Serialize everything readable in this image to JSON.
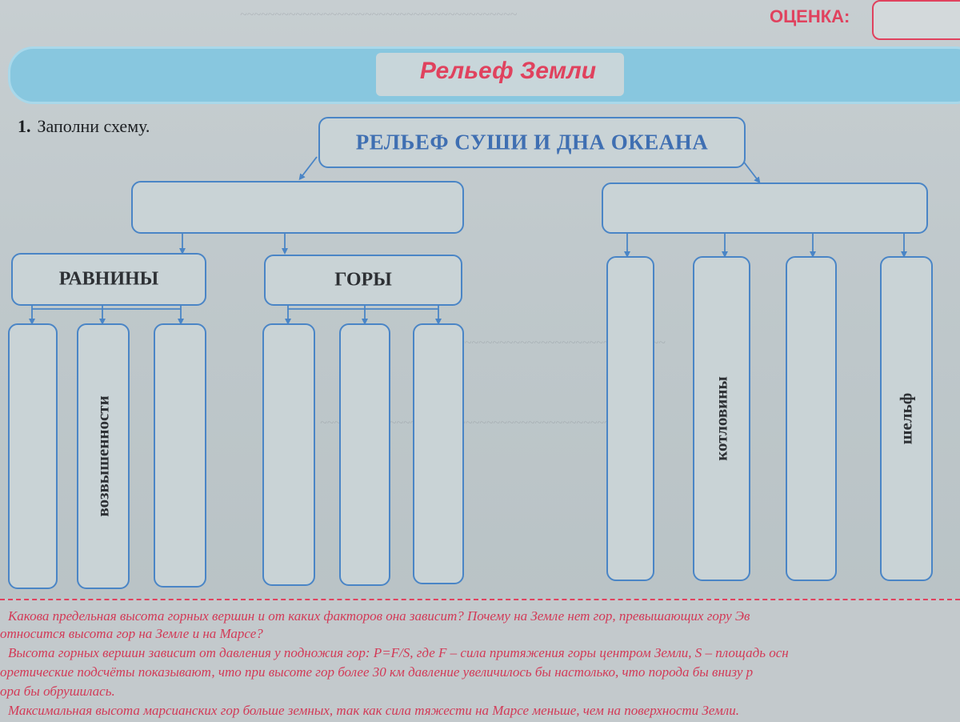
{
  "header": {
    "grade_label": "ОЦЕНКА:",
    "title": "Рельеф Земли"
  },
  "task": {
    "number": "1.",
    "text": "Заполни схему."
  },
  "diagram": {
    "root": "РЕЛЬЕФ СУШИ И ДНА ОКЕАНА",
    "left_group": "",
    "right_group": "",
    "plains": "РАВНИНЫ",
    "mountains": "ГОРЫ",
    "plains_items": [
      "",
      "возвышенности",
      ""
    ],
    "mountains_items": [
      "",
      "",
      ""
    ],
    "ocean_items": [
      "",
      "котловины",
      "",
      "шельф"
    ]
  },
  "answer": {
    "lines": [
      "Какова предельная высота горных вершин и от каких факторов она зависит? Почему на Земле нет гор, превышающих гору Эв",
      "относится высота гор на Земле и на Марсе?",
      "Высота горных вершин зависит от давления у подножия гор: P=F/S, где F – сила притяжения горы центром Земли, S – площадь осн",
      "оретические подсчёты показывают, что при высоте гор более 30 км давление увеличилось бы настолько, что порода бы внизу р",
      "ора бы обрушилась.",
      "Максимальная высота марсианских гор больше земных, так как сила тяжести на Марсе меньше, чем на поверхности Земли."
    ]
  }
}
